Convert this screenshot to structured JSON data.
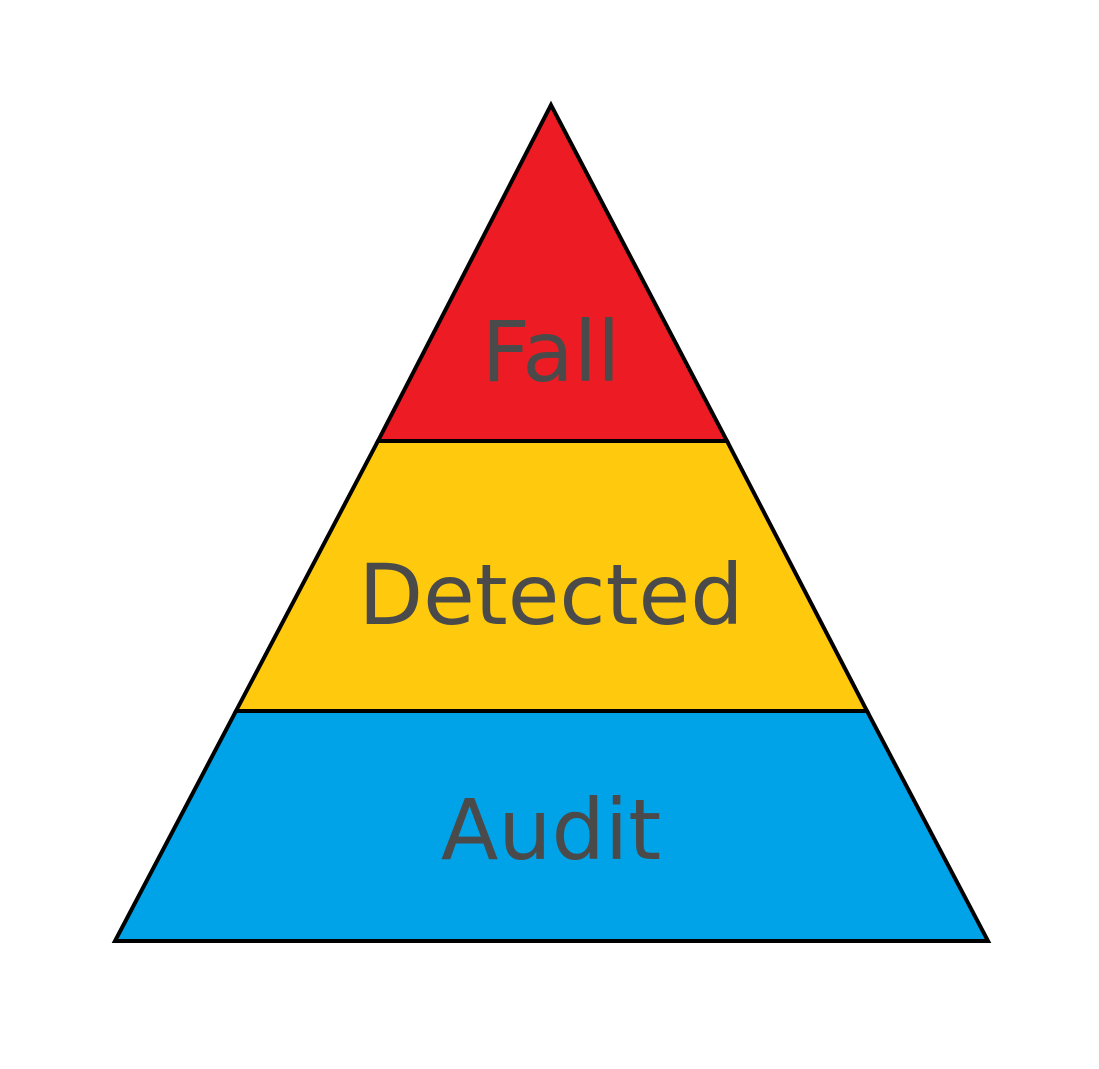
{
  "diagram": {
    "type": "pyramid",
    "tiers": [
      {
        "label": "Fall",
        "color": "#ed1c24"
      },
      {
        "label": "Detected",
        "color": "#ffc90e"
      },
      {
        "label": "Audit",
        "color": "#00a2e8"
      }
    ]
  }
}
